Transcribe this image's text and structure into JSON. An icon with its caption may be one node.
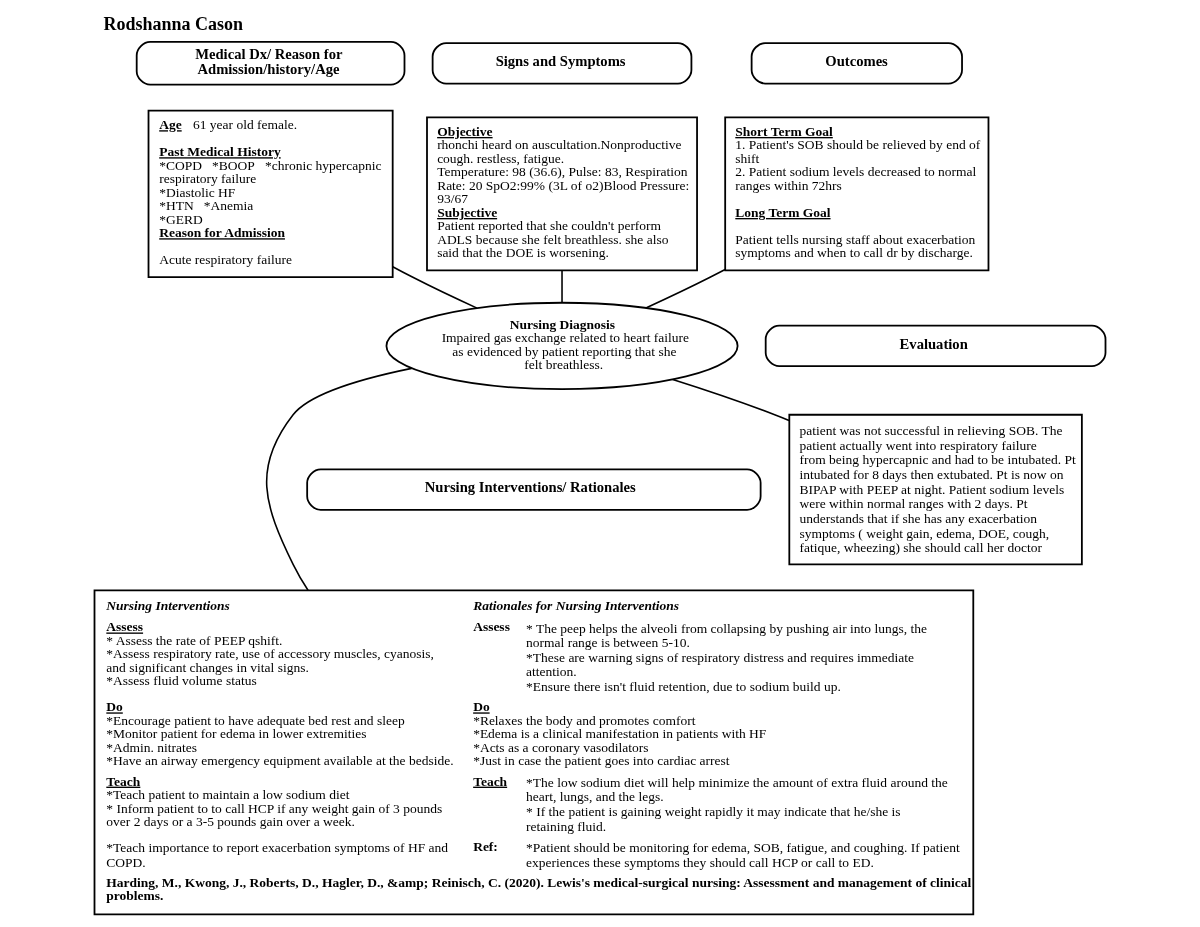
{
  "diagram": {
    "title": "Rodshanna Cason",
    "nodes": [
      {
        "text": [
          "Medical Dx/ Reason for Admission/history/Age"
        ]
      },
      {
        "text": [
          "Age",
          "61 year old female.",
          "Past Medical History",
          "*COPD",
          "*BOOP",
          "*chronic hypercapnic respiratory failure",
          "*Diastolic HF",
          "*HTN",
          "*Anemia",
          "*GERD",
          "Reason for Admission",
          "Acute respiratory failure"
        ]
      },
      {
        "text": [
          "Signs and Symptoms"
        ]
      },
      {
        "text": [
          "Objective",
          "rhonchi heard on auscultation.Nonproductive cough. restless, fatigue.",
          "Temperature: 98 (36.6), Pulse: 83, Respiration Rate: 20 SpO2:99% (3L of o2)Blood Pressure: 93/67",
          "Subjective",
          "Patient reported that she couldn't perform ADLS because she felt breathless. she also said that the DOE is worsening."
        ]
      },
      {
        "text": [
          "Outcomes"
        ]
      },
      {
        "text": [
          "Short Term Goal",
          "1. Patient's SOB should be relieved by end of shift",
          "2. Patient sodium levels decreased to normal ranges within 72hrs",
          "Long Term Goal",
          "Patient tells nursing staff about exacerbation symptoms and when to call dr by discharge."
        ]
      },
      {
        "text": [
          "Evaluation"
        ]
      },
      {
        "text": [
          "patient was not successful in relieving SOB. The patient actually went into respiratory failure from being hypercapnic and had to be intubated. Pt intubated for 8 days then extubated. Pt is now on BIPAP with PEEP at night. Patient sodium levels were within normal ranges with 2 days. Pt understands that if she has any exacerbation symptoms ( weight gain, edema, DOE, cough, fatique, wheezing) she should call her doctor"
        ]
      },
      {
        "text": [
          "Nursing Diagnosis",
          "Impaired gas exchange related to heart failure as evidenced by patient reporting that she felt breathless."
        ]
      },
      {
        "text": [
          "Nursing Interventions/ Rationales"
        ]
      },
      {
        "text": [
          "Nursing Interventions",
          "Assess",
          "* Assess the rate of PEEP qshift.",
          "*Assess respiratory rate, use of accessory muscles, cyanosis, and significant changes in vital signs.",
          "*Assess fluid volume status",
          "Do",
          "*Encourage patient to have adequate bed rest and sleep",
          "*Monitor patient for edema in lower extremities",
          "*Admin. nitrates",
          "*Have an airway emergency equipment available at the bedside.",
          "Teach",
          "*Teach patient to maintain a low sodium diet",
          "* Inform patient to to call HCP if any weight gain of 3 pounds over 2 days or a 3-5 pounds gain over a week.",
          "*Teach importance to report exacerbation symptoms of HF and COPD.",
          "Rationales for Nursing Interventions",
          "Assess",
          "* The peep helps the alveoli from collapsing by pushing air into lungs, the normal range is between 5-10.",
          "*These are warning signs of respiratory distress and requires immediate attention.",
          "*Ensure there isn't fluid retention, due to sodium build up.",
          "Do",
          "*Relaxes the body and promotes comfort",
          "*Edema is a clinical manifestation in patients with HF",
          "*Acts as a coronary vasodilators",
          "*Just in case the patient goes into cardiac arrest",
          "Teach",
          "*The low sodium diet will help minimize the amount of extra fluid around the heart, lungs, and the legs.",
          "* If the patient is gaining weight rapidly it may indicate that he/she is retaining fluid.",
          "Ref:",
          "*Patient should be monitoring for edema, SOB, fatigue, and coughing. If patient experiences these symptoms they should call HCP or call to ED.",
          "Harding, M., Kwong, J., Roberts, D., Hagler, D., &amp; Reinisch, C. (2020). Lewis's medical-surgical nursing: Assessment and management of clinical problems."
        ]
      }
    ],
    "edges": [
      {
        "from": 1,
        "to": 8,
        "arrow": "none"
      },
      {
        "from": 3,
        "to": 8,
        "arrow": "none"
      },
      {
        "from": 5,
        "to": 8,
        "arrow": "none"
      },
      {
        "from": 8,
        "to": 7,
        "arrow": "none"
      },
      {
        "from": 8,
        "to": 10,
        "arrow": "none"
      }
    ]
  }
}
